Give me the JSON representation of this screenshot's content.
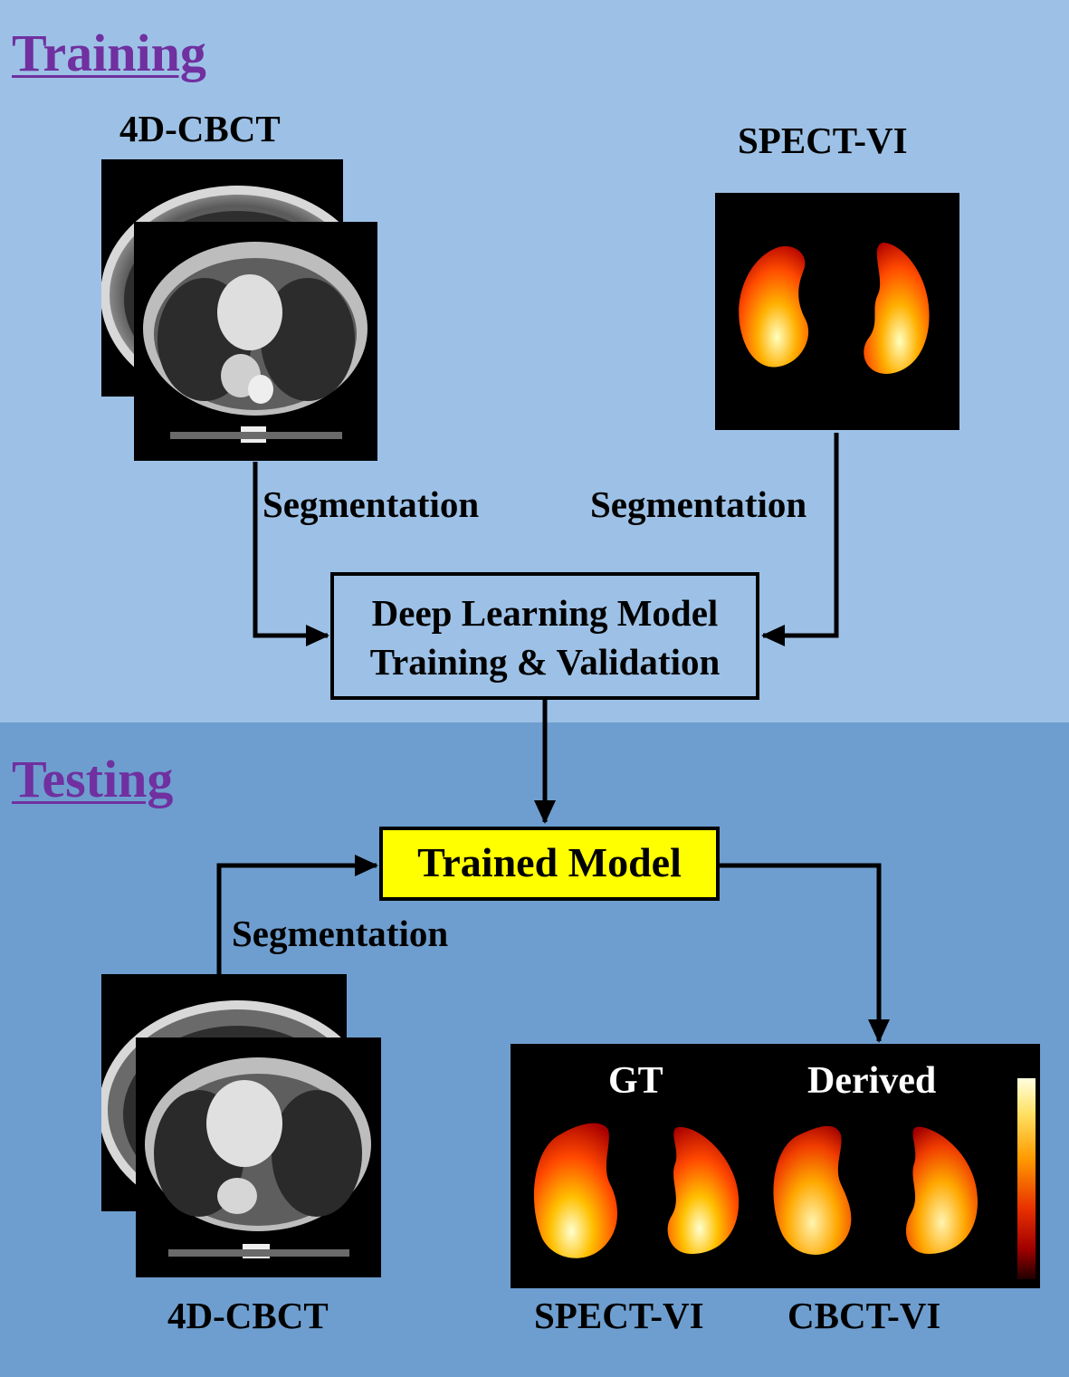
{
  "colors": {
    "training_bg": "#9dc1e6",
    "testing_bg": "#6e9ecf",
    "section_title": "#7030a0",
    "trained_model_fill": "#ffff00",
    "arrow": "#000000"
  },
  "training": {
    "title": "Training",
    "cbct_label": "4D-CBCT",
    "spect_label": "SPECT-VI",
    "seg_left": "Segmentation",
    "seg_right": "Segmentation",
    "dl_box": {
      "line1": "Deep Learning Model",
      "line2": "Training & Validation"
    }
  },
  "testing": {
    "title": "Testing",
    "trained_model": "Trained Model",
    "seg": "Segmentation",
    "cbct_label": "4D-CBCT",
    "result_panel": {
      "gt_label": "GT",
      "derived_label": "Derived",
      "left_caption": "SPECT-VI",
      "right_caption": "CBCT-VI"
    }
  }
}
